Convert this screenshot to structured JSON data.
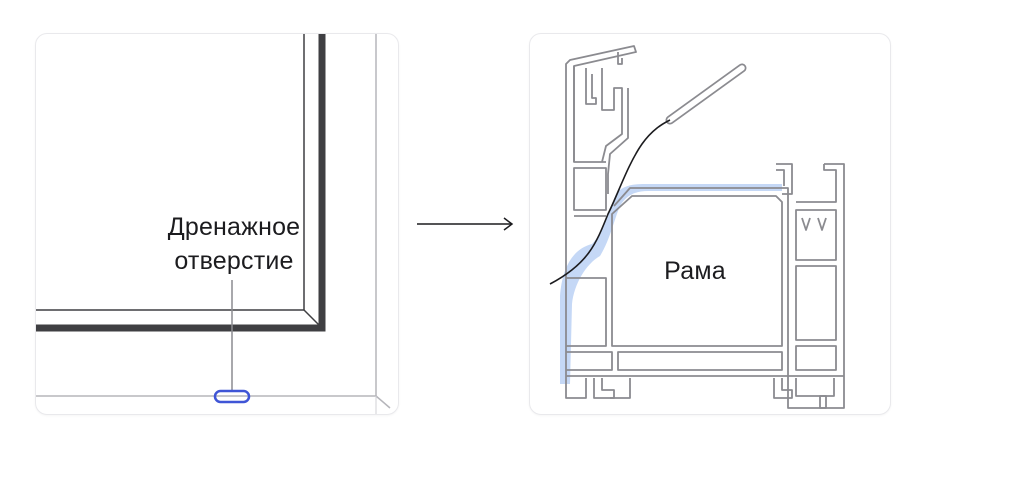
{
  "diagram": {
    "left_panel": {
      "drain_label_line1": "Дренажное",
      "drain_label_line2": "отверстие"
    },
    "right_panel": {
      "frame_label": "Рама"
    },
    "colors": {
      "profile_stroke": "#8b8b90",
      "frame_dark": "#3f3f42",
      "drain_hole": "#3f55d6",
      "water_flow": "#c5d8f6",
      "panel_border": "#e9e9ec"
    }
  }
}
